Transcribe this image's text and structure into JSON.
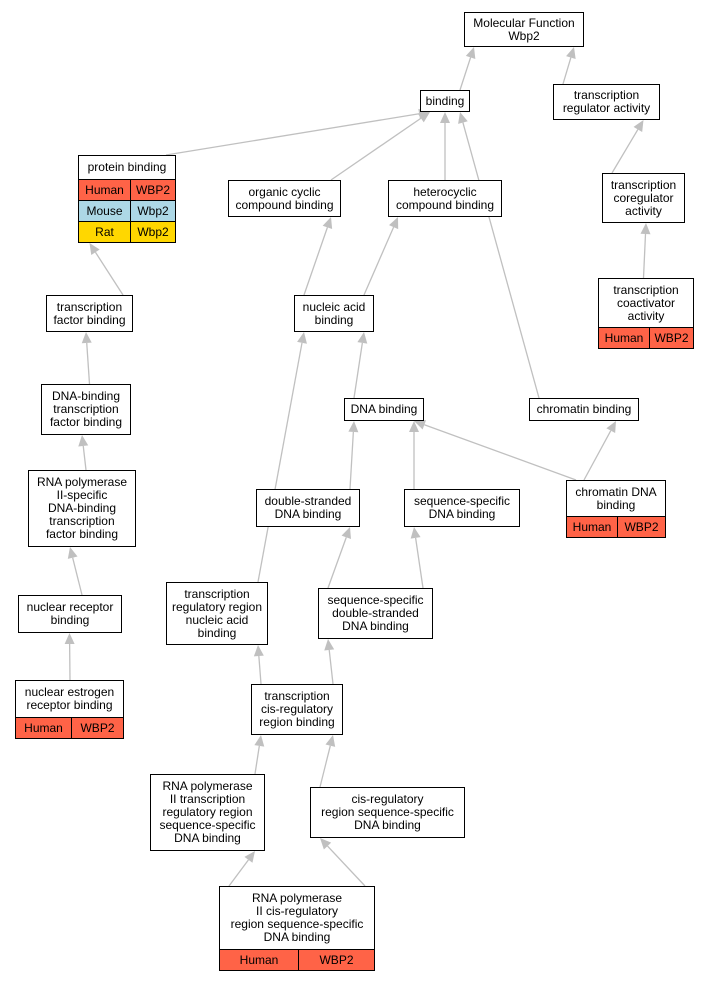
{
  "colors": {
    "human": "#ff6347",
    "mouse": "#add8e6",
    "rat": "#ffd700",
    "edge": "#c0c0c0"
  },
  "nodes": {
    "mf": {
      "label": "Molecular Function\nWbp2"
    },
    "binding": {
      "label": "binding"
    },
    "trx_reg_activity": {
      "label": "transcription\nregulator activity"
    },
    "protein_binding": {
      "label": "protein binding",
      "annotations": [
        {
          "species": "Human",
          "gene": "WBP2",
          "color": "human"
        },
        {
          "species": "Mouse",
          "gene": "Wbp2",
          "color": "mouse"
        },
        {
          "species": "Rat",
          "gene": "Wbp2",
          "color": "rat"
        }
      ]
    },
    "organic_cyclic": {
      "label": "organic cyclic\ncompound binding"
    },
    "heterocyclic": {
      "label": "heterocyclic\ncompound binding"
    },
    "trx_coregulator": {
      "label": "transcription\ncoregulator\nactivity"
    },
    "trx_coactivator": {
      "label": "transcription\ncoactivator\nactivity",
      "annotations": [
        {
          "species": "Human",
          "gene": "WBP2",
          "color": "human"
        }
      ]
    },
    "tf_binding": {
      "label": "transcription\nfactor binding"
    },
    "nucleic_acid": {
      "label": "nucleic acid\nbinding"
    },
    "dna_binding_tf": {
      "label": "DNA-binding\ntranscription\nfactor binding"
    },
    "dna_binding": {
      "label": "DNA binding"
    },
    "chromatin_binding": {
      "label": "chromatin binding"
    },
    "rnap2_tf_binding": {
      "label": "RNA polymerase\nII-specific\nDNA-binding\ntranscription\nfactor binding"
    },
    "ds_dna": {
      "label": "double-stranded\nDNA binding"
    },
    "seq_specific_dna": {
      "label": "sequence-specific\nDNA binding"
    },
    "chromatin_dna": {
      "label": "chromatin DNA\nbinding",
      "annotations": [
        {
          "species": "Human",
          "gene": "WBP2",
          "color": "human"
        }
      ]
    },
    "nuclear_receptor": {
      "label": "nuclear receptor\nbinding"
    },
    "trx_reg_region_na": {
      "label": "transcription\nregulatory region\nnucleic acid\nbinding"
    },
    "ss_ds_dna": {
      "label": "sequence-specific\ndouble-stranded\nDNA binding"
    },
    "nuclear_estrogen": {
      "label": "nuclear estrogen\nreceptor binding",
      "annotations": [
        {
          "species": "Human",
          "gene": "WBP2",
          "color": "human"
        }
      ]
    },
    "trx_cis_reg": {
      "label": "transcription\ncis-regulatory\nregion binding"
    },
    "rnap2_trx_reg_region": {
      "label": "RNA polymerase\nII transcription\nregulatory region\nsequence-specific\nDNA binding"
    },
    "cis_reg_seq": {
      "label": "cis-regulatory\nregion sequence-specific\nDNA binding"
    },
    "rnap2_cis_reg": {
      "label": "RNA polymerase\nII cis-regulatory\nregion sequence-specific\nDNA binding",
      "annotations": [
        {
          "species": "Human",
          "gene": "WBP2",
          "color": "human"
        }
      ]
    }
  },
  "edges": [
    [
      "binding",
      "mf"
    ],
    [
      "trx_reg_activity",
      "mf"
    ],
    [
      "protein_binding",
      "binding"
    ],
    [
      "organic_cyclic",
      "binding"
    ],
    [
      "heterocyclic",
      "binding"
    ],
    [
      "chromatin_binding",
      "binding"
    ],
    [
      "trx_coregulator",
      "trx_reg_activity"
    ],
    [
      "trx_coactivator",
      "trx_coregulator"
    ],
    [
      "nucleic_acid",
      "organic_cyclic"
    ],
    [
      "nucleic_acid",
      "heterocyclic"
    ],
    [
      "tf_binding",
      "protein_binding"
    ],
    [
      "dna_binding_tf",
      "tf_binding"
    ],
    [
      "rnap2_tf_binding",
      "dna_binding_tf"
    ],
    [
      "nuclear_receptor",
      "rnap2_tf_binding"
    ],
    [
      "nuclear_estrogen",
      "nuclear_receptor"
    ],
    [
      "dna_binding",
      "nucleic_acid"
    ],
    [
      "trx_reg_region_na",
      "nucleic_acid"
    ],
    [
      "ds_dna",
      "dna_binding"
    ],
    [
      "seq_specific_dna",
      "dna_binding"
    ],
    [
      "chromatin_dna",
      "dna_binding"
    ],
    [
      "chromatin_dna",
      "chromatin_binding"
    ],
    [
      "ss_ds_dna",
      "ds_dna"
    ],
    [
      "ss_ds_dna",
      "seq_specific_dna"
    ],
    [
      "trx_cis_reg",
      "trx_reg_region_na"
    ],
    [
      "trx_cis_reg",
      "ss_ds_dna"
    ],
    [
      "rnap2_trx_reg_region",
      "trx_cis_reg"
    ],
    [
      "cis_reg_seq",
      "trx_cis_reg"
    ],
    [
      "rnap2_cis_reg",
      "rnap2_trx_reg_region"
    ],
    [
      "rnap2_cis_reg",
      "cis_reg_seq"
    ]
  ]
}
